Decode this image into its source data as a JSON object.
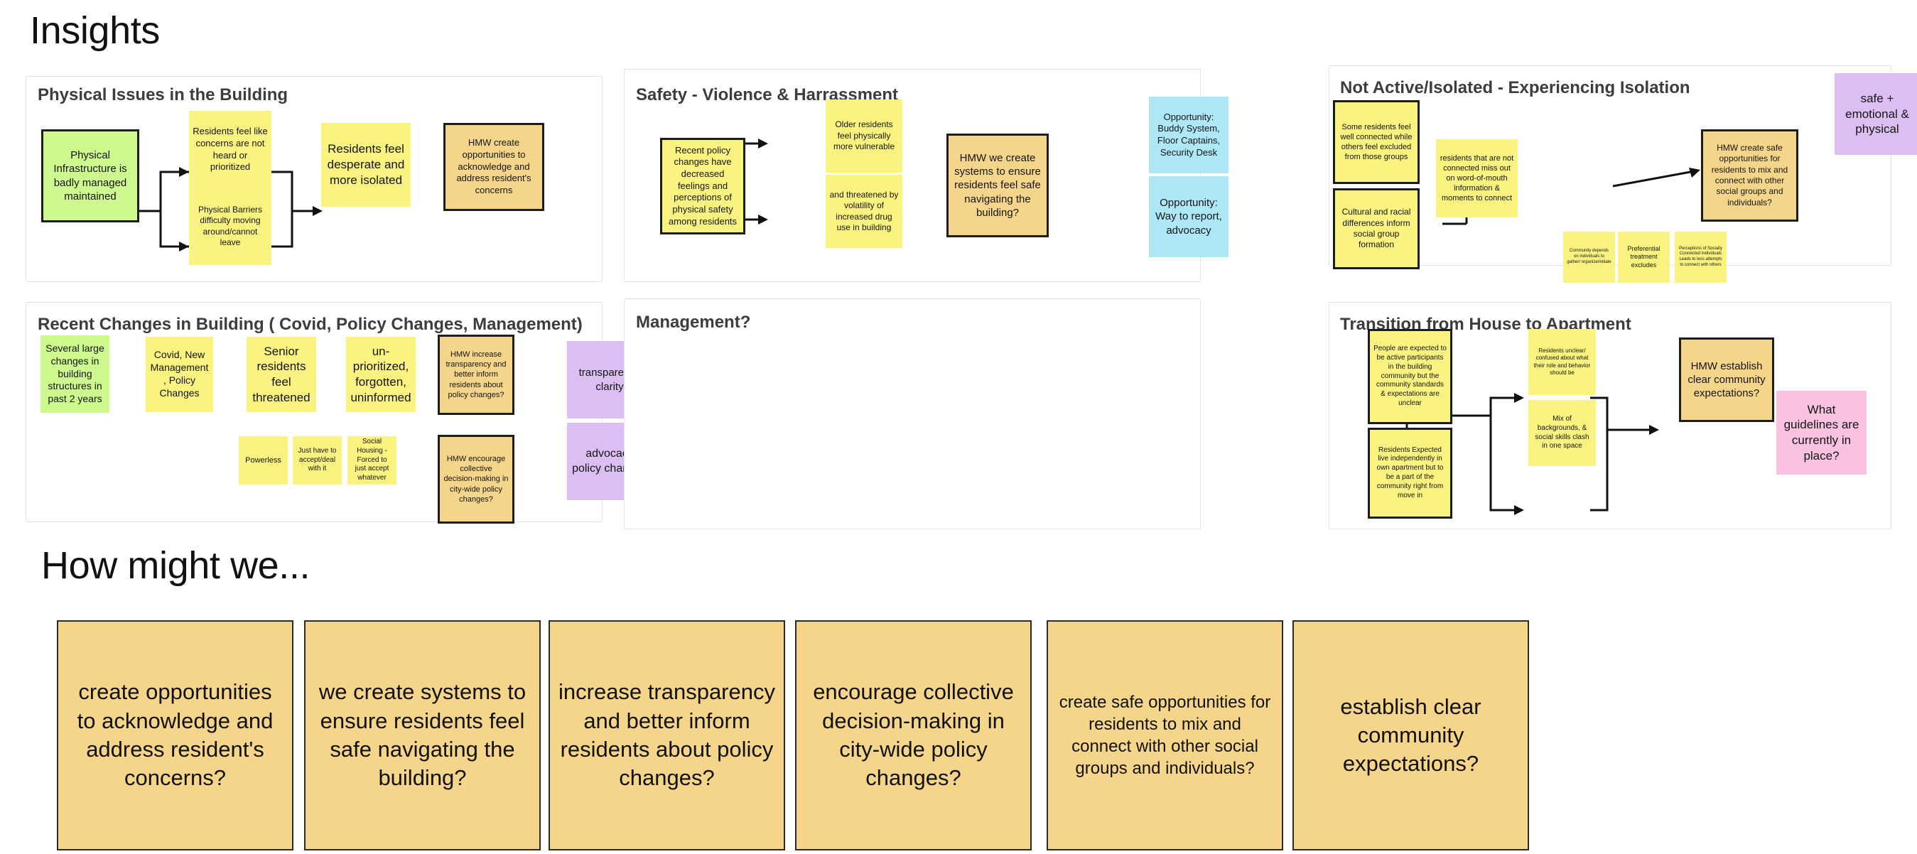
{
  "page": {
    "insights_title": "Insights",
    "hmw_title": "How might we..."
  },
  "panels": [
    {
      "id": "physical-issues",
      "title": "Physical Issues in the Building",
      "notes": [
        {
          "name": "note-physical-infrastructure",
          "color": "green",
          "text": "Physical Infrastructure is badly managed maintained"
        },
        {
          "name": "note-concerns-not-heard",
          "color": "yellow",
          "text": "Residents feel like concerns are not heard or prioritized"
        },
        {
          "name": "note-physical-barriers",
          "color": "yellow",
          "text": "Physical Barriers difficulty moving around/cannot leave"
        },
        {
          "name": "note-residents-desperate",
          "color": "yellow",
          "text": "Residents feel desperate and more isolated"
        },
        {
          "name": "note-hmw-acknowledge",
          "color": "orange",
          "text": "HMW create opportunities to acknowledge and address resident's concerns"
        }
      ]
    },
    {
      "id": "safety",
      "title": "Safety - Violence & Harrassment",
      "notes": [
        {
          "name": "note-recent-policy-changes",
          "color": "yellow",
          "text": "Recent policy changes have decreased feelings and perceptions of physical safety among residents"
        },
        {
          "name": "note-older-residents-vulnerable",
          "color": "yellow",
          "text": "Older residents feel physically more vulnerable"
        },
        {
          "name": "note-threatened-drug-use",
          "color": "yellow",
          "text": "and threatened by volatility of increased drug use in building"
        },
        {
          "name": "note-hmw-safe-navigating",
          "color": "orange",
          "text": "HMW we create systems to ensure residents feel safe navigating the building?"
        },
        {
          "name": "note-opportunity-buddy-system",
          "color": "blue",
          "text": "Opportunity: Buddy System, Floor Captains, Security Desk"
        },
        {
          "name": "note-opportunity-report-advocacy",
          "color": "blue",
          "text": "Opportunity: Way to report, advocacy"
        }
      ]
    },
    {
      "id": "not-active-isolated",
      "title": "Not Active/Isolated - Experiencing Isolation",
      "notes": [
        {
          "name": "note-some-residents-connected",
          "color": "yellow",
          "text": "Some residents feel well connected while others feel excluded from those groups"
        },
        {
          "name": "note-cultural-racial-differences",
          "color": "yellow",
          "text": "Cultural and racial differences inform social group formation"
        },
        {
          "name": "note-miss-word-of-mouth",
          "color": "yellow",
          "text": "residents that are not connected miss out on word-of-mouth information & moments to connect"
        },
        {
          "name": "note-hmw-safe-opportunities-mix",
          "color": "orange",
          "text": "HMW create safe opportunities for residents to mix and connect with other social groups and individuals?"
        },
        {
          "name": "note-community-depends-individuals",
          "color": "yellow",
          "text": "Community depends on individuals to gather/ organize/initiate"
        },
        {
          "name": "note-preferential-treatment",
          "color": "yellow",
          "text": "Preferential treatment excludes"
        },
        {
          "name": "note-perceptions-socially-connected",
          "color": "yellow",
          "text": "Perceptions of Socially Connected Individuals Leads to less attempts to connect with others"
        },
        {
          "name": "note-safe-emotional-physical",
          "color": "purple",
          "text": "safe + emotional & physical"
        }
      ]
    },
    {
      "id": "recent-changes",
      "title": "Recent Changes in Building ( Covid, Policy Changes, Management)",
      "notes": [
        {
          "name": "note-several-large-changes",
          "color": "green",
          "text": "Several large changes in building structures in past 2 years"
        },
        {
          "name": "note-covid-new-management",
          "color": "yellow",
          "text": "Covid, New Management, Policy Changes"
        },
        {
          "name": "note-senior-residents-threatened",
          "color": "yellow",
          "text": "Senior residents feel threatened"
        },
        {
          "name": "note-unprioritized-forgotten",
          "color": "yellow",
          "text": "un-prioritized, forgotten, uninformed"
        },
        {
          "name": "note-hmw-increase-transparency",
          "color": "orange",
          "text": "HMW increase transparency and better inform residents about policy changes?"
        },
        {
          "name": "note-powerless",
          "color": "yellow",
          "text": "Powerless"
        },
        {
          "name": "note-just-have-to-accept",
          "color": "yellow",
          "text": "Just have to accept/deal with it"
        },
        {
          "name": "note-social-housing-forced",
          "color": "yellow",
          "text": "Social Housing - Forced to just accept whatever"
        },
        {
          "name": "note-hmw-collective-decision",
          "color": "orange",
          "text": "HMW encourage collective decision-making in city-wide policy changes?"
        },
        {
          "name": "note-transparency-clarity",
          "color": "purple",
          "text": "transparency clarity"
        },
        {
          "name": "note-advocacy-policy-changes",
          "color": "purple",
          "text": "advocacy policy changes"
        }
      ]
    },
    {
      "id": "management",
      "title": "Management?",
      "notes": []
    },
    {
      "id": "transition-house-apartment",
      "title": "Transition from House to Apartment",
      "notes": [
        {
          "name": "note-people-expected-active",
          "color": "yellow",
          "text": "People are expected to be active participants in the building community but the community standards & expectations are unclear"
        },
        {
          "name": "note-residents-expected-independent",
          "color": "yellow",
          "text": "Residents Expected live independently in own apartment but to be a part of the community right from move in"
        },
        {
          "name": "note-residents-unclear-role",
          "color": "yellow",
          "text": "Residents unclear/ confused about what their role and behavior should be"
        },
        {
          "name": "note-mix-backgrounds-clash",
          "color": "yellow",
          "text": "Mix of backgrounds, & social skills clash in one space"
        },
        {
          "name": "note-hmw-establish-expectations",
          "color": "orange",
          "text": "HMW establish clear community expectations?"
        },
        {
          "name": "note-what-guidelines",
          "color": "pink",
          "text": "What guidelines are currently in place?"
        }
      ]
    }
  ],
  "hmw_cards": [
    {
      "name": "hmw-card-acknowledge",
      "text": "create opportunities to acknowledge and address resident's concerns?"
    },
    {
      "name": "hmw-card-safe-navigating",
      "text": "we create systems to ensure residents feel safe navigating the building?"
    },
    {
      "name": "hmw-card-transparency",
      "text": "increase transparency and better inform residents about policy changes?"
    },
    {
      "name": "hmw-card-collective-decision",
      "text": "encourage collective decision-making in city-wide policy changes?"
    },
    {
      "name": "hmw-card-safe-opportunities",
      "text": "create safe opportunities for residents to mix and connect with other social groups and individuals?"
    },
    {
      "name": "hmw-card-community-expectations",
      "text": "establish clear community expectations?"
    }
  ],
  "colors": {
    "yellow": "#faf37f",
    "green": "#cdf98f",
    "orange": "#f5d58a",
    "blue": "#aee8f7",
    "purple": "#dcbff2",
    "pink": "#f9c2e0",
    "panel_border": "#e3e3e3",
    "text": "#141414"
  }
}
